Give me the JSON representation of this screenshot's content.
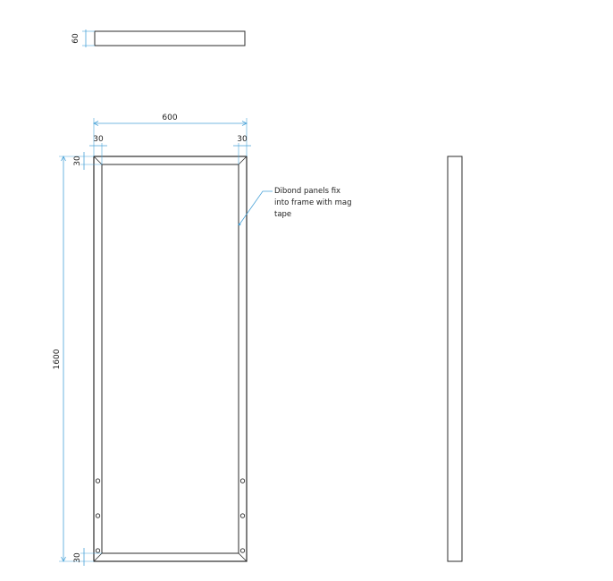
{
  "drawing": {
    "top_profile": {
      "depth_label": "60"
    },
    "front_view": {
      "width_label": "600",
      "height_label": "1600",
      "left_border_label": "30",
      "right_border_label": "30",
      "top_border_label": "30",
      "bottom_border_label": "30",
      "fixing_count_per_side": 3
    },
    "note": {
      "lines": [
        "Dibond panels fix",
        "into frame with mag",
        "tape"
      ]
    },
    "colors": {
      "frame": "#2b2b2b",
      "dimension": "#4aa3d8",
      "background": "#ffffff"
    }
  }
}
